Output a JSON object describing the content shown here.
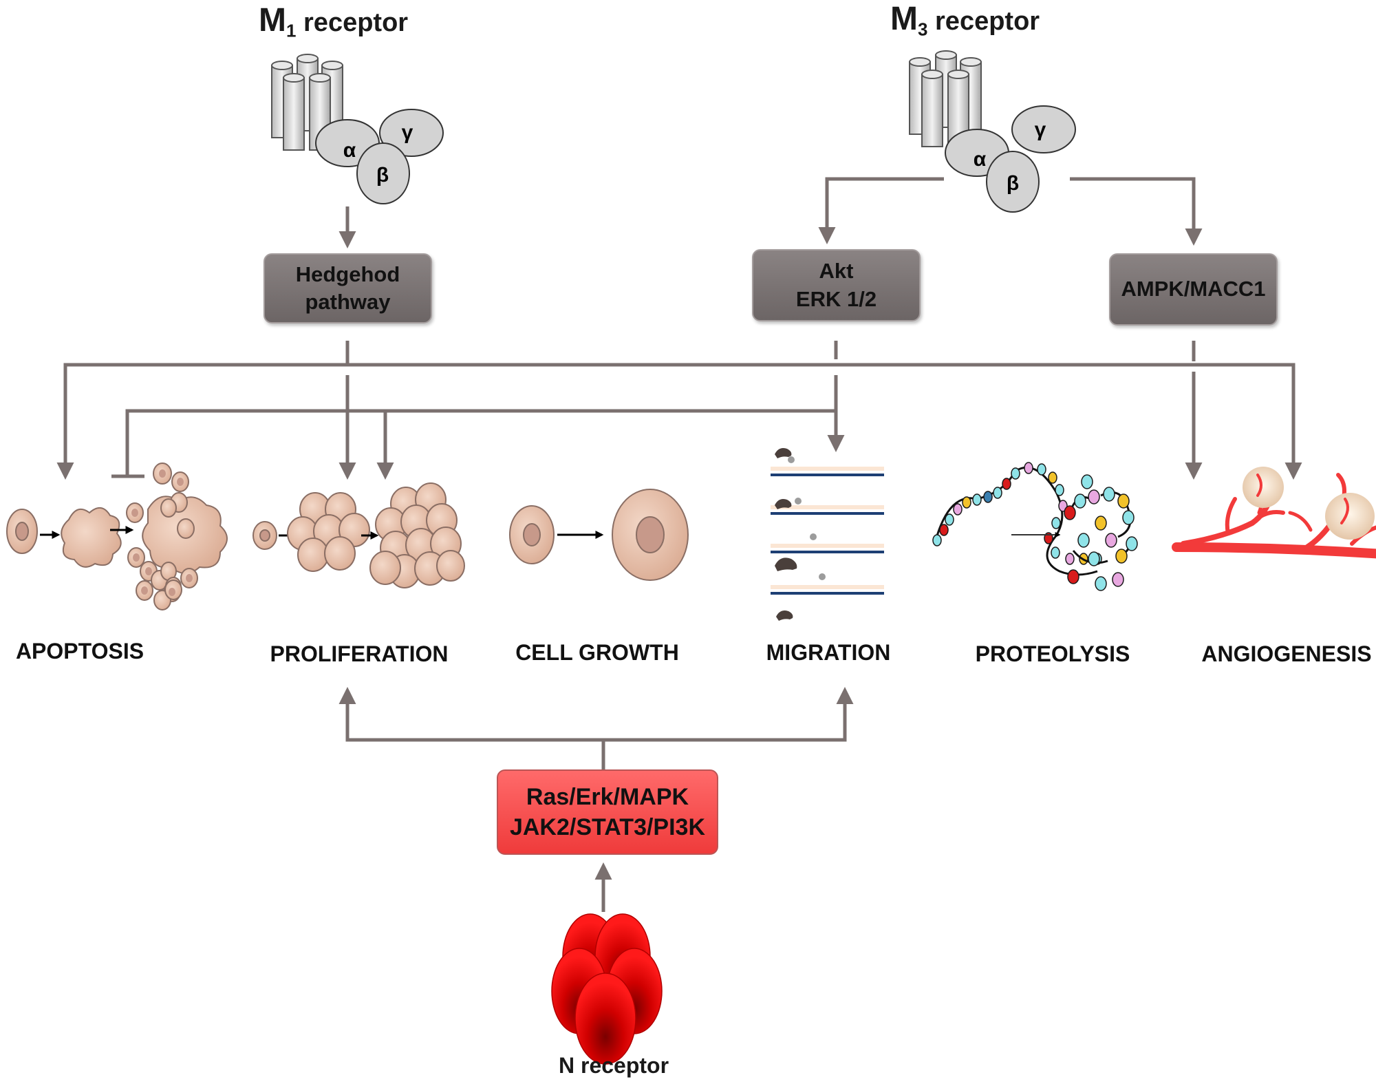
{
  "receptors": {
    "m1": {
      "letter": "M",
      "sub": "1",
      "word": "receptor"
    },
    "m3": {
      "letter": "M",
      "sub": "3",
      "word": "receptor"
    },
    "n": {
      "label": "N receptor"
    }
  },
  "subunits": {
    "alpha": "α",
    "beta": "β",
    "gamma": "γ"
  },
  "pathways": {
    "hedgehog": {
      "line1": "Hedgehod",
      "line2": "pathway"
    },
    "akt": {
      "line1": "Akt",
      "line2": "ERK 1/2"
    },
    "ampk": {
      "line1": "AMPK/MACC1"
    },
    "ras": {
      "line1": "Ras/Erk/MAPK",
      "line2": "JAK2/STAT3/PI3K"
    }
  },
  "outcomes": {
    "apoptosis": "APOPTOSIS",
    "proliferation": "PROLIFERATION",
    "cell_growth": "CELL GROWTH",
    "migration": "MIGRATION",
    "proteolysis": "PROTEOLYSIS",
    "angiogenesis": "ANGIOGENESIS"
  },
  "colors": {
    "arrow": "#7a706f",
    "box_gray": "#766f6f",
    "box_red": "#f34a4a",
    "cell": "#e8c4b0",
    "vessel": "#f23a3a",
    "n_receptor": "#e80000"
  }
}
